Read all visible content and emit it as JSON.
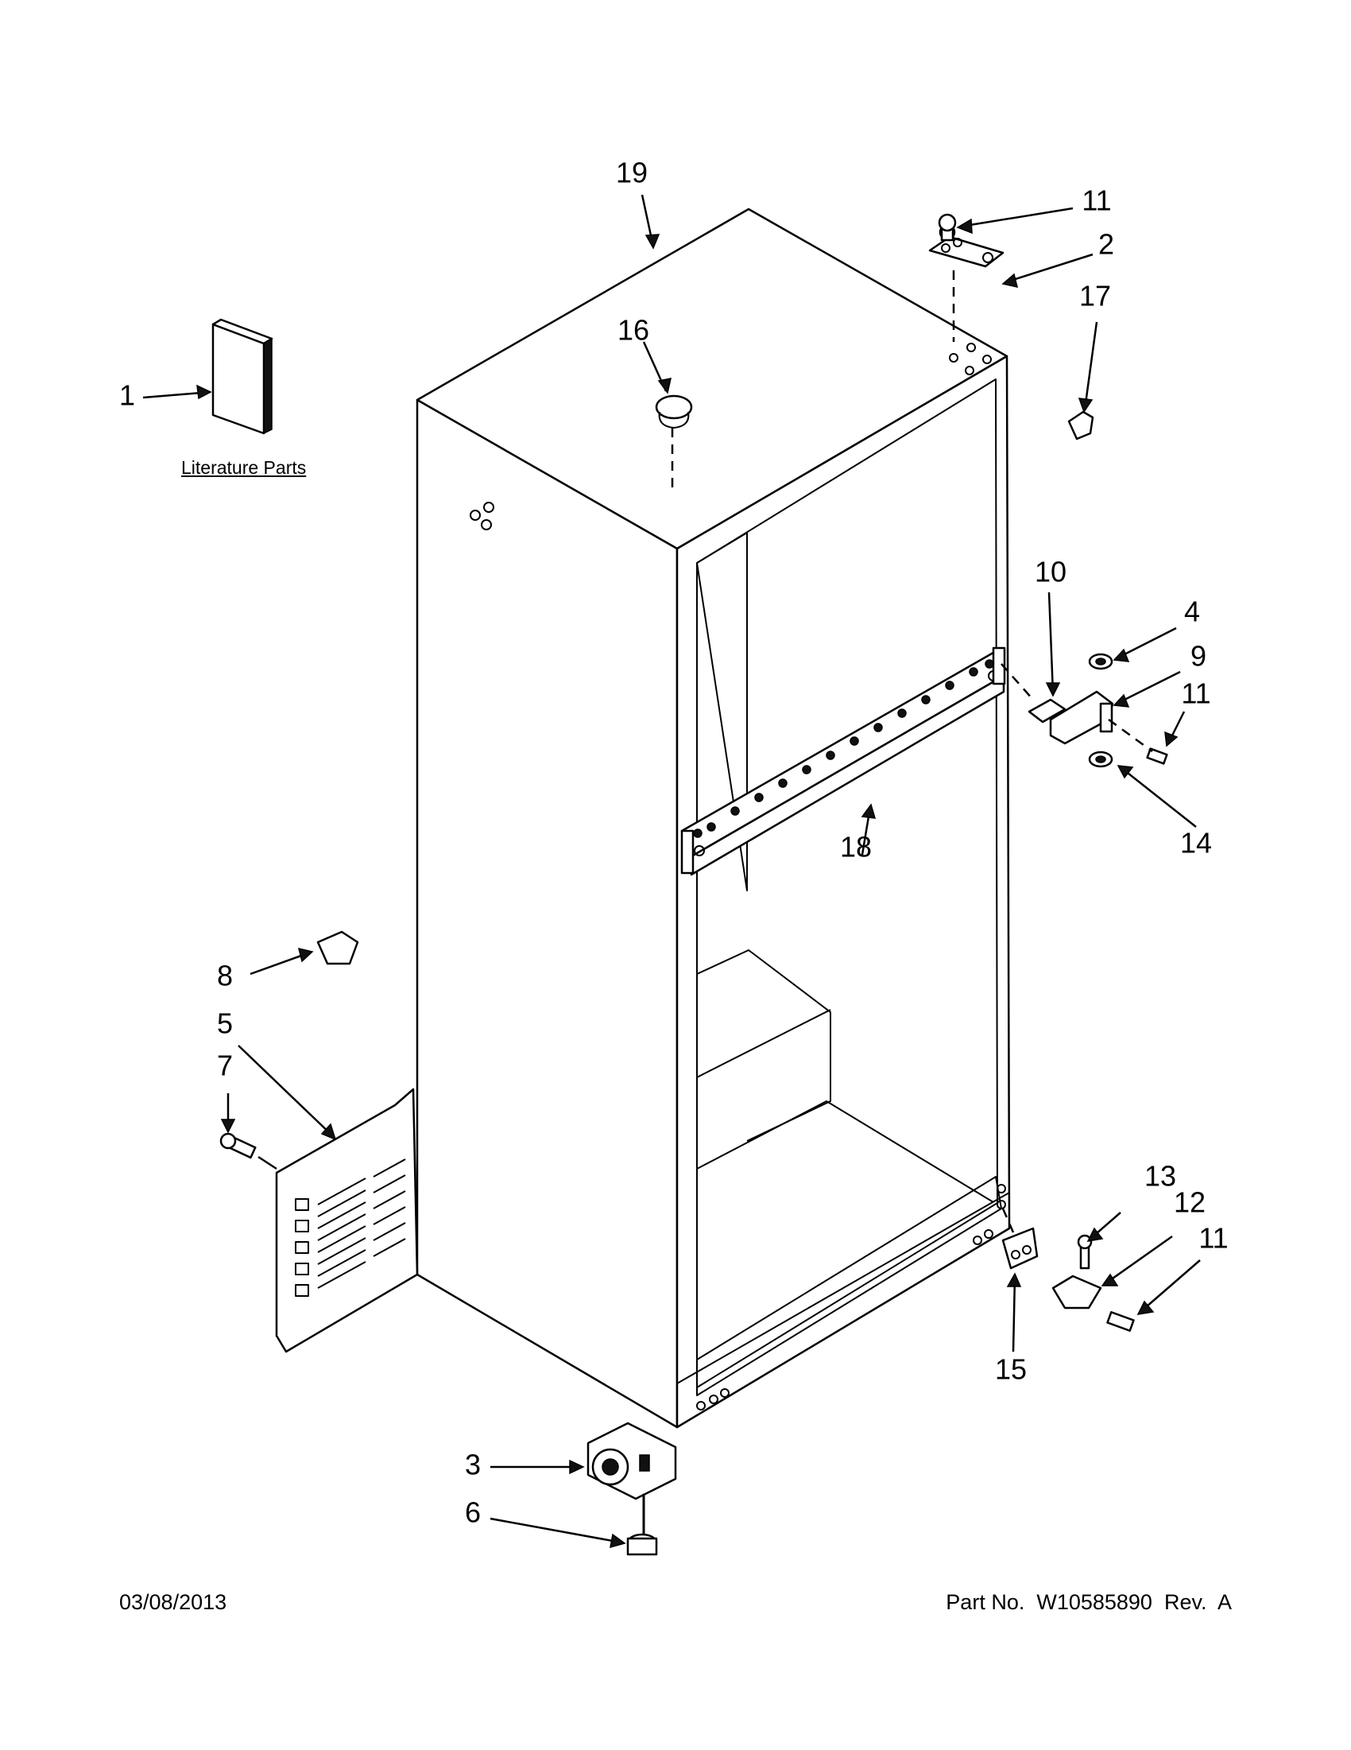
{
  "diagram": {
    "literature_label": "Literature Parts",
    "callouts": {
      "c1": "1",
      "c2": "2",
      "c3": "3",
      "c4": "4",
      "c5": "5",
      "c6": "6",
      "c7": "7",
      "c8": "8",
      "c9": "9",
      "c10": "10",
      "c11a": "11",
      "c11b": "11",
      "c11c": "11",
      "c12": "12",
      "c13": "13",
      "c14": "14",
      "c15": "15",
      "c16": "16",
      "c17": "17",
      "c18": "18",
      "c19": "19"
    }
  },
  "footer": {
    "date": "03/08/2013",
    "part": "Part No.  W10585890  Rev.  A"
  }
}
